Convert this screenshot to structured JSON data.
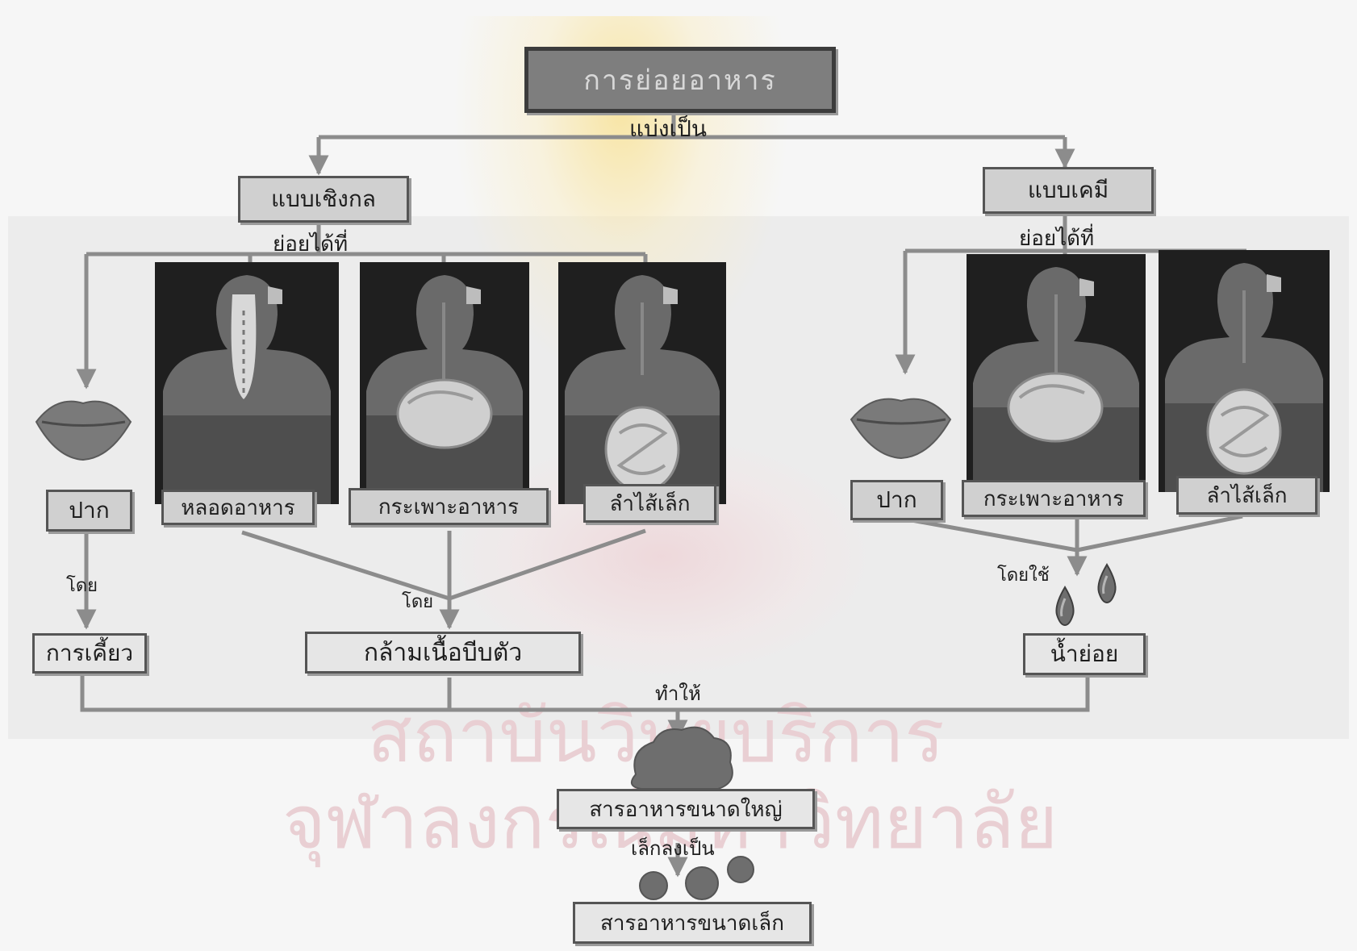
{
  "diagram": {
    "title": "การย่อยอาหาร",
    "split_label": "แบ่งเป็น",
    "mechanical": {
      "label": "แบบเชิงกล",
      "where_label": "ย่อยได้ที่",
      "sites": [
        "ปาก",
        "หลอดอาหาร",
        "กระเพาะอาหาร",
        "ลำไส้เล็ก"
      ],
      "mouth_by_label": "โดย",
      "mouth_method": "การเคี้ยว",
      "organs_by_label": "โดย",
      "organs_method": "กล้ามเนื้อบีบตัว"
    },
    "chemical": {
      "label": "แบบเคมี",
      "where_label": "ย่อยได้ที่",
      "sites": [
        "ปาก",
        "กระเพาะอาหาร",
        "ลำไส้เล็ก"
      ],
      "by_label": "โดยใช้",
      "method": "น้ำย่อย"
    },
    "result_label": "ทำให้",
    "large_food": "สารอาหารขนาดใหญ่",
    "small_label": "เล็กลงเป็น",
    "small_food": "สารอาหารขนาดเล็ก"
  },
  "watermark": {
    "line1": "สถาบันวิทยบริการ",
    "line2": "จุฬาลงกรณ์มหาวิทยาลัย"
  },
  "colors": {
    "arrow": "#8c8c8c",
    "box_fill": "#d0d0d0",
    "title_fill": "#7e7e7e",
    "lips": "#7a7a7a",
    "droplet": "#6e6e6e",
    "watermark": "#e9cfd3"
  }
}
